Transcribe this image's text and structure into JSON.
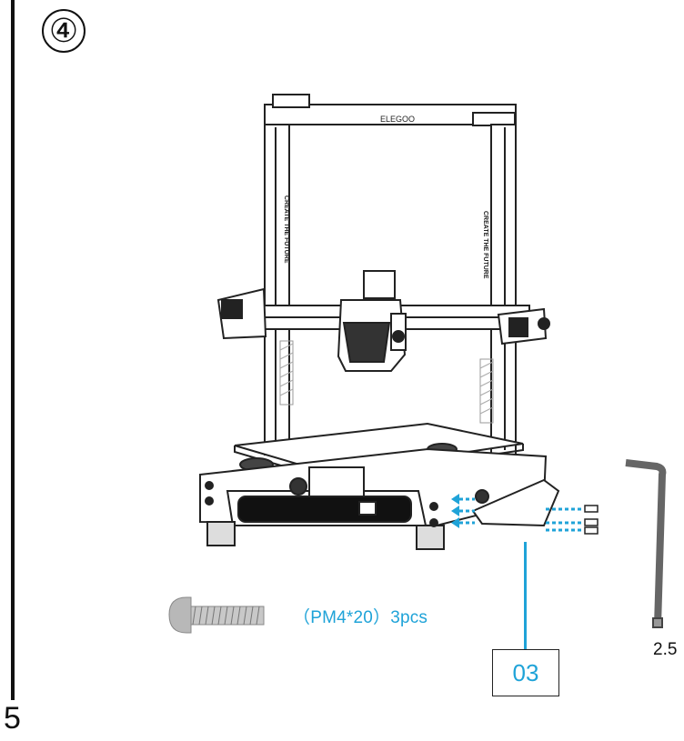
{
  "page": {
    "number": "5"
  },
  "step": {
    "marker": "④"
  },
  "printer": {
    "brand": "ELEGOO",
    "slogan_left": "CREATE THE FUTURE",
    "slogan_right": "CREATE THE FUTURE"
  },
  "screw": {
    "label": "（PM4*20）3pcs"
  },
  "callout": {
    "label": "03"
  },
  "tool": {
    "size": "2.5"
  },
  "colors": {
    "accent": "#1fa3d8",
    "ink": "#111111"
  }
}
